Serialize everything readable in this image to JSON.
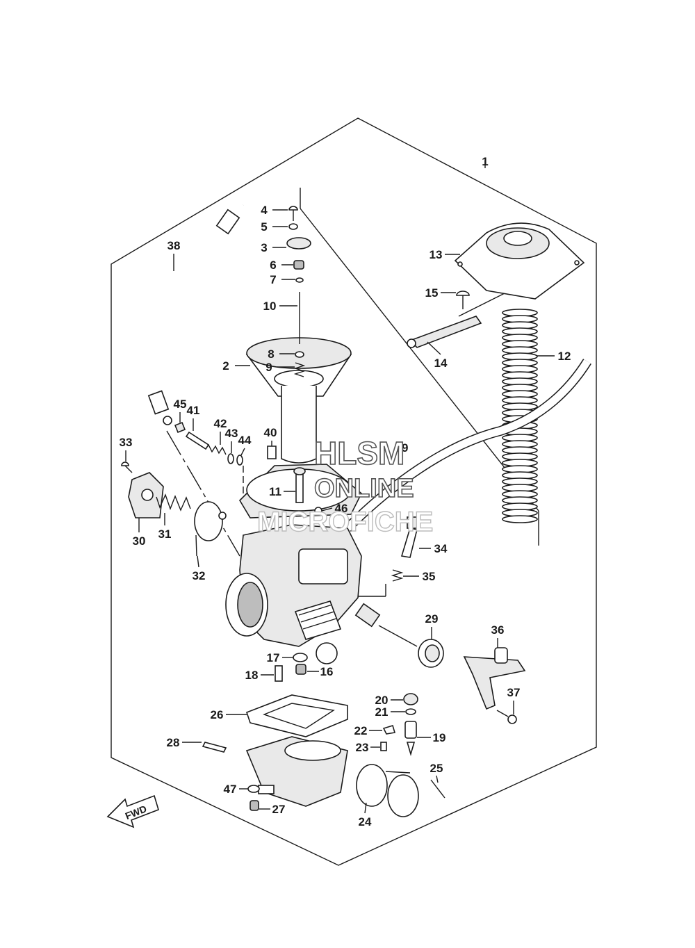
{
  "diagram": {
    "labels": [
      "1",
      "2",
      "3",
      "4",
      "5",
      "6",
      "7",
      "8",
      "9",
      "10",
      "11",
      "12",
      "13",
      "14",
      "15",
      "16",
      "17",
      "18",
      "19",
      "20",
      "21",
      "22",
      "23",
      "24",
      "25",
      "26",
      "27",
      "28",
      "29",
      "30",
      "31",
      "32",
      "33",
      "34",
      "35",
      "36",
      "37",
      "38",
      "39",
      "40",
      "41",
      "42",
      "43",
      "44",
      "45",
      "46",
      "47"
    ],
    "watermark": {
      "line1": "HLSM",
      "line2": "ONLINE",
      "line3": "MICROFICHE"
    },
    "fwd_label": "FWD"
  }
}
